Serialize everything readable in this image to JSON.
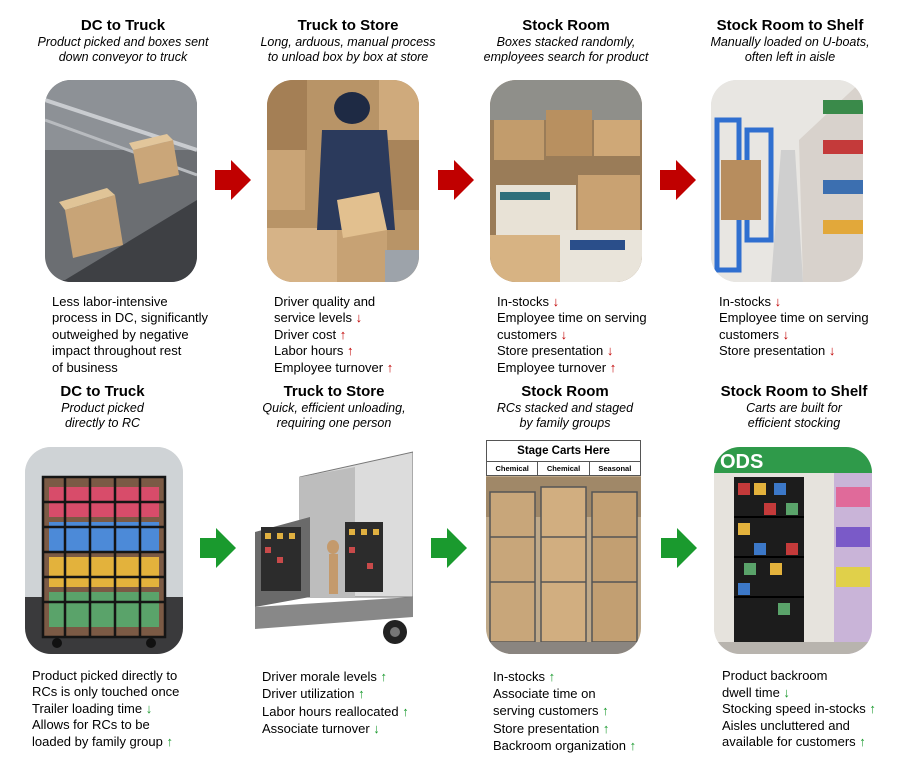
{
  "top_row": [
    {
      "title": "DC to Truck",
      "subtitle": [
        "Product picked and boxes sent",
        "down conveyor to truck"
      ],
      "notes": [
        {
          "text": "Less labor-intensive",
          "arrow": ""
        },
        {
          "text": "process in DC, significantly",
          "arrow": ""
        },
        {
          "text": "outweighed by negative",
          "arrow": ""
        },
        {
          "text": "impact throughout rest",
          "arrow": ""
        },
        {
          "text": "of business",
          "arrow": ""
        }
      ]
    },
    {
      "title": "Truck to Store",
      "subtitle": [
        "Long, arduous, manual process",
        "to unload box by box at store"
      ],
      "notes": [
        {
          "text": "Driver quality and",
          "arrow": ""
        },
        {
          "text": "service levels",
          "arrow": "down"
        },
        {
          "text": "Driver cost",
          "arrow": "up"
        },
        {
          "text": "Labor hours",
          "arrow": "up"
        },
        {
          "text": "Employee turnover",
          "arrow": "up"
        }
      ]
    },
    {
      "title": "Stock Room",
      "subtitle": [
        "Boxes stacked randomly,",
        "employees search for product"
      ],
      "notes": [
        {
          "text": "In-stocks",
          "arrow": "down"
        },
        {
          "text": "Employee time on serving",
          "arrow": ""
        },
        {
          "text": "customers",
          "arrow": "down"
        },
        {
          "text": "Store presentation",
          "arrow": "down"
        },
        {
          "text": "Employee turnover",
          "arrow": "up"
        }
      ]
    },
    {
      "title": "Stock Room to Shelf",
      "subtitle": [
        "Manually loaded on U-boats,",
        "often left in aisle"
      ],
      "notes": [
        {
          "text": "In-stocks",
          "arrow": "down"
        },
        {
          "text": "Employee time on serving",
          "arrow": ""
        },
        {
          "text": "customers",
          "arrow": "down"
        },
        {
          "text": "Store presentation",
          "arrow": "down"
        }
      ]
    }
  ],
  "bottom_row": [
    {
      "title": "DC to Truck",
      "subtitle": [
        "Product picked",
        "directly to RC"
      ],
      "notes": [
        {
          "text": "Product picked directly to",
          "arrow": ""
        },
        {
          "text": "RCs is only touched once",
          "arrow": ""
        },
        {
          "text": "Trailer loading time",
          "arrow": "down"
        },
        {
          "text": "Allows for RCs to be",
          "arrow": ""
        },
        {
          "text": "loaded by family group",
          "arrow": "up"
        }
      ]
    },
    {
      "title": "Truck to Store",
      "subtitle": [
        "Quick, efficient unloading,",
        "requiring one person"
      ],
      "notes": [
        {
          "text": "Driver morale levels",
          "arrow": "up"
        },
        {
          "text": "Driver utilization",
          "arrow": "up"
        },
        {
          "text": "Labor hours reallocated",
          "arrow": "up"
        },
        {
          "text": "Associate turnover",
          "arrow": "down"
        }
      ]
    },
    {
      "title": "Stock Room",
      "subtitle": [
        "RCs stacked and staged",
        "by family groups"
      ],
      "notes": [
        {
          "text": "In-stocks",
          "arrow": "up"
        },
        {
          "text": "Associate time on",
          "arrow": ""
        },
        {
          "text": "serving customers",
          "arrow": "up"
        },
        {
          "text": "Store presentation",
          "arrow": "up"
        },
        {
          "text": "Backroom organization",
          "arrow": "up"
        }
      ]
    },
    {
      "title": "Stock Room to Shelf",
      "subtitle": [
        "Carts are built for",
        "efficient stocking"
      ],
      "notes": [
        {
          "text": "Product backroom",
          "arrow": ""
        },
        {
          "text": "dwell time",
          "arrow": "down"
        },
        {
          "text": "Stocking speed in-stocks",
          "arrow": "up"
        },
        {
          "text": "Aisles uncluttered and",
          "arrow": ""
        },
        {
          "text": "available for customers",
          "arrow": "up"
        }
      ]
    }
  ],
  "stage_sign": {
    "header": "Stage Carts Here",
    "cells": [
      "Chemical",
      "Chemical",
      "Seasonal"
    ]
  },
  "store_sign_text": "ODS",
  "colors": {
    "arrow_top": "#c00000",
    "arrow_bottom": "#1a9a2e",
    "arrow_down_text": "#c00000",
    "arrow_up_text": "#1a9a2e"
  }
}
